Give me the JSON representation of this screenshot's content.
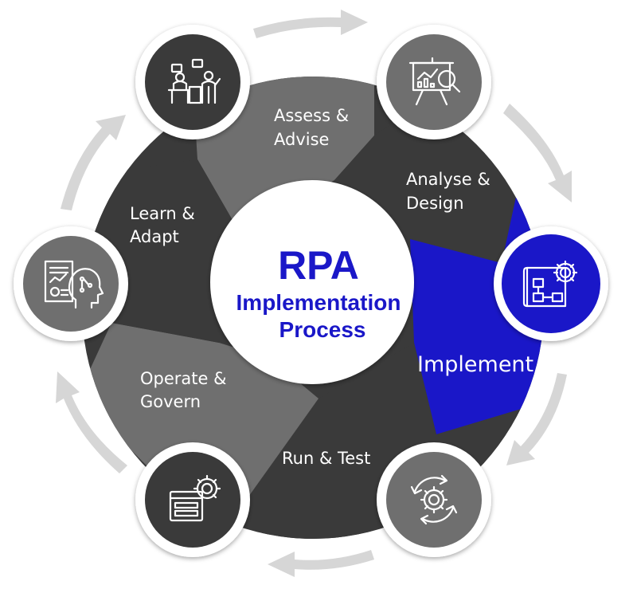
{
  "center": {
    "title": "RPA",
    "subtitle_line1": "Implementation",
    "subtitle_line2": "Process"
  },
  "stages": [
    {
      "line1": "Assess &",
      "line2": "Advise",
      "icon": "consultation-icon"
    },
    {
      "line1": "Analyse &",
      "line2": "Design",
      "icon": "presentation-analytics-icon"
    },
    {
      "line1": "Implement",
      "line2": "",
      "icon": "blueprint-gear-icon",
      "highlighted": true
    },
    {
      "line1": "Run & Test",
      "line2": "",
      "icon": "cycle-gear-icon"
    },
    {
      "line1": "Operate &",
      "line2": "Govern",
      "icon": "browser-gear-icon"
    },
    {
      "line1": "Learn &",
      "line2": "Adapt",
      "icon": "report-ai-head-icon"
    }
  ],
  "colors": {
    "accent": "#1a17c8",
    "segment_dark": "#3a3a3a",
    "segment_light": "#6f6f6f",
    "arrow": "#d6d6d6"
  }
}
